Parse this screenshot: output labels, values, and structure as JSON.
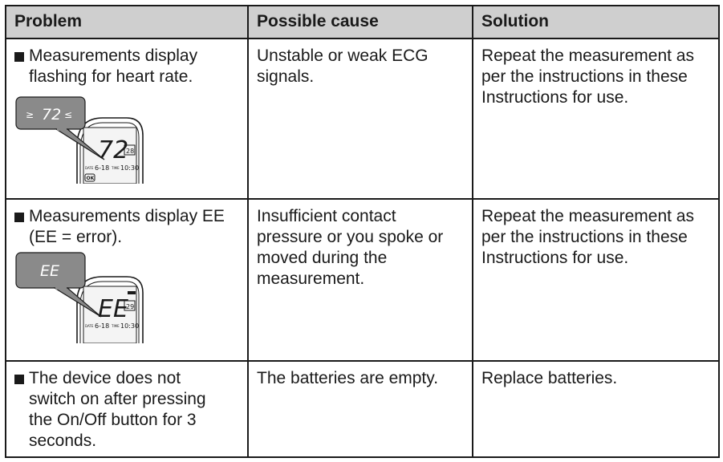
{
  "headers": {
    "problem": "Problem",
    "cause": "Possible cause",
    "solution": "Solution"
  },
  "rows": [
    {
      "problem": "Measurements display flashing for heart rate.",
      "cause": "Unstable or weak ECG signals.",
      "solution": "Repeat the measurement as per the instructions in these Instructions for use.",
      "callout": "72",
      "display": {
        "main": "72",
        "date_label": "DATE",
        "date": "6-18",
        "time_label": "TIME",
        "time": "10:30",
        "ok": "OK",
        "memory": "28"
      }
    },
    {
      "problem": "Measurements display EE (EE = error).",
      "cause": "Insufficient contact pressure or you spoke or moved during the measurement.",
      "solution": "Repeat the measurement as per the instructions in these Instructions for use.",
      "callout": "EE",
      "display": {
        "main": "EE",
        "date_label": "DATE",
        "date": "6-18",
        "time_label": "TIME",
        "time": "10:30",
        "memory": "29"
      }
    },
    {
      "problem": "The device does not switch on after pressing the On/Off button for 3 seconds.",
      "cause": "The batteries are empty.",
      "solution": "Replace batteries."
    }
  ]
}
